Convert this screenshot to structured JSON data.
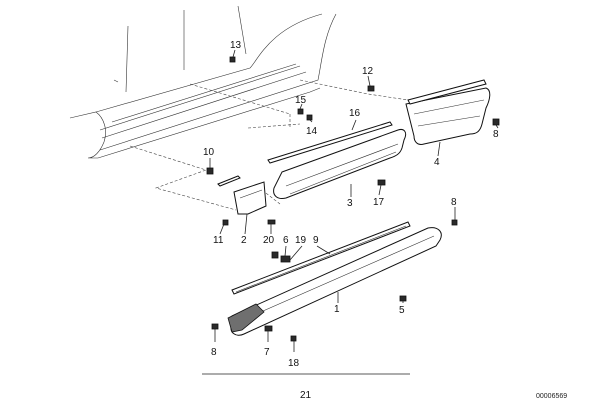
{
  "diagram": {
    "labels": {
      "p1": "1",
      "p2": "2",
      "p3": "3",
      "p4": "4",
      "p5": "5",
      "p6": "6",
      "p7": "7",
      "p8a": "8",
      "p8b": "8",
      "p8c": "8",
      "p9": "9",
      "p10": "10",
      "p11": "11",
      "p12": "12",
      "p13": "13",
      "p14": "14",
      "p15": "15",
      "p16": "16",
      "p17": "17",
      "p18": "18",
      "p19": "19",
      "p20": "20",
      "p21": "21"
    },
    "reference": "00006569"
  }
}
